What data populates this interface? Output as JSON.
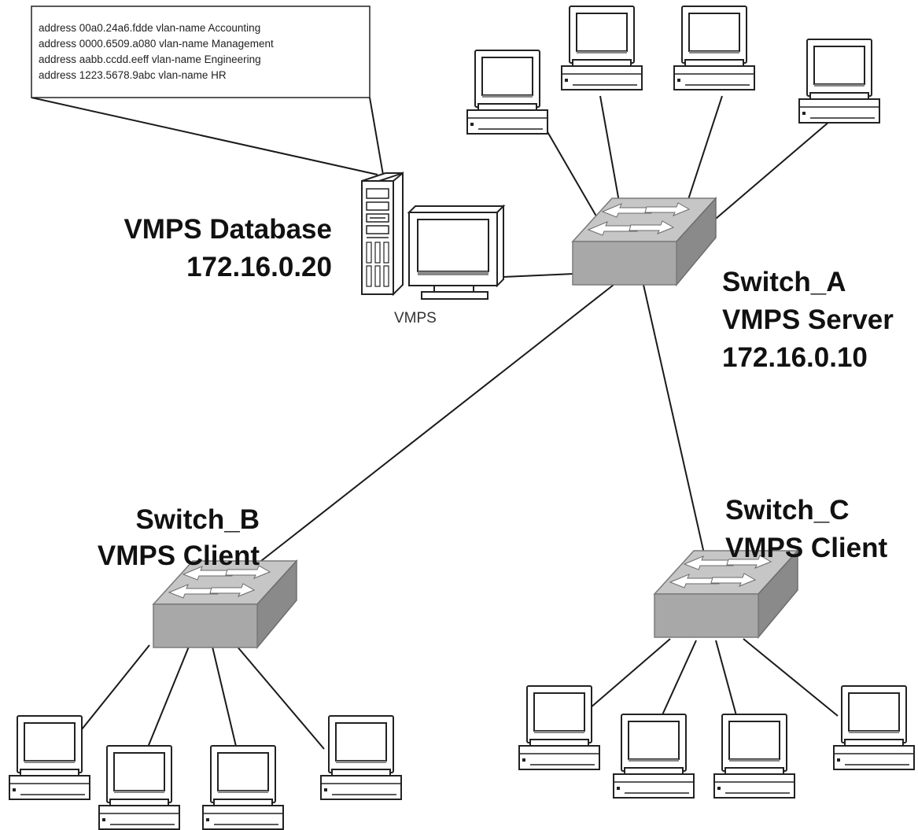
{
  "vmps_database": {
    "title": "VMPS Database",
    "ip": "172.16.0.20",
    "server_label": "VMPS",
    "entries": [
      "address 00a0.24a6.fdde vlan-name Accounting",
      "address 0000.6509.a080 vlan-name Management",
      "address aabb.ccdd.eeff vlan-name Engineering",
      "address 1223.5678.9abc vlan-name HR"
    ]
  },
  "switches": {
    "a": {
      "name": "Switch_A",
      "role": "VMPS Server",
      "ip": "172.16.0.10"
    },
    "b": {
      "name": "Switch_B",
      "role": "VMPS Client"
    },
    "c": {
      "name": "Switch_C",
      "role": "VMPS Client"
    }
  },
  "icons": {
    "switch": "network-switch-icon",
    "pc": "desktop-computer-icon",
    "server": "tower-server-icon",
    "monitor": "monitor-icon"
  },
  "colors": {
    "switch_top": "#c4c4c4",
    "switch_side": "#8e8e8e",
    "switch_front": "#a9a9a9",
    "line": "#1a1a1a"
  }
}
